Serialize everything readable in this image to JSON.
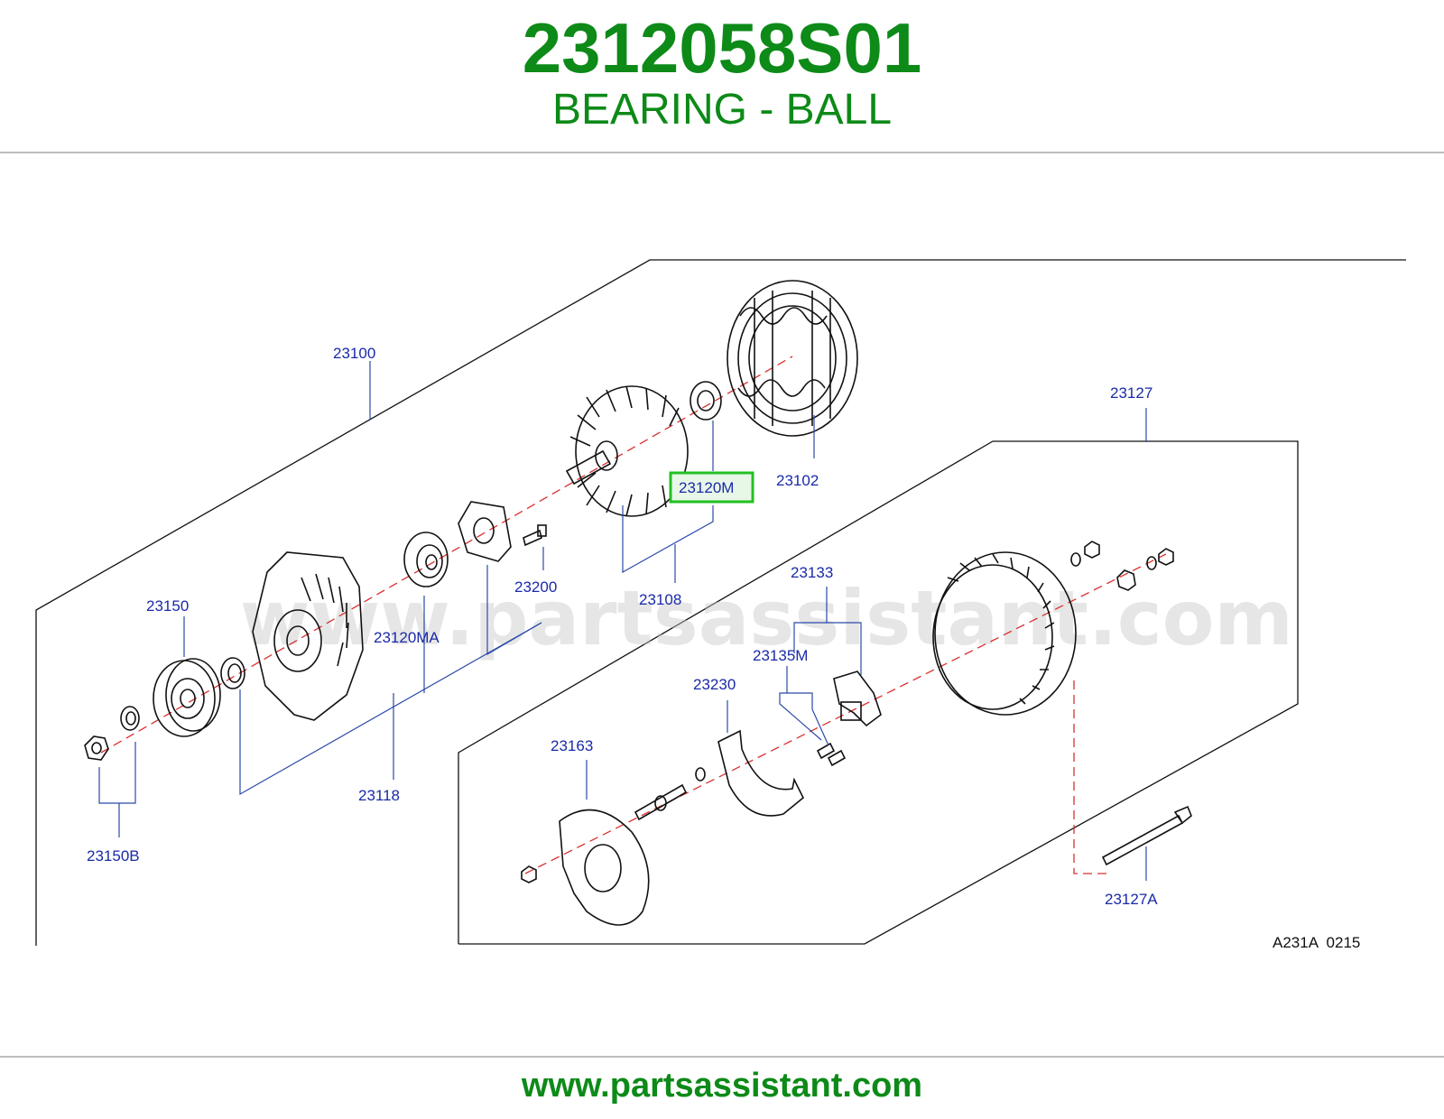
{
  "header": {
    "part_number": "2312058S01",
    "part_name": "BEARING - BALL"
  },
  "diagram": {
    "watermark": "www.partsassistant.com",
    "diagram_code": "A231A  0215",
    "highlighted_callout": "23120M",
    "highlight_color": "#22c022",
    "callouts": {
      "c23100": "23100",
      "c23102": "23102",
      "c23120M": "23120M",
      "c23108": "23108",
      "c23200": "23200",
      "c23120MA": "23120MA",
      "c23150": "23150",
      "c23118": "23118",
      "c23150B": "23150B",
      "c23127": "23127",
      "c23133": "23133",
      "c23135M": "23135M",
      "c23230": "23230",
      "c23163": "23163",
      "c23127A": "23127A"
    }
  },
  "footer": {
    "url": "www.partsassistant.com"
  },
  "colors": {
    "brand_green": "#0d8a18",
    "callout_blue": "#1a2aa8",
    "axis_red": "#d83030"
  }
}
